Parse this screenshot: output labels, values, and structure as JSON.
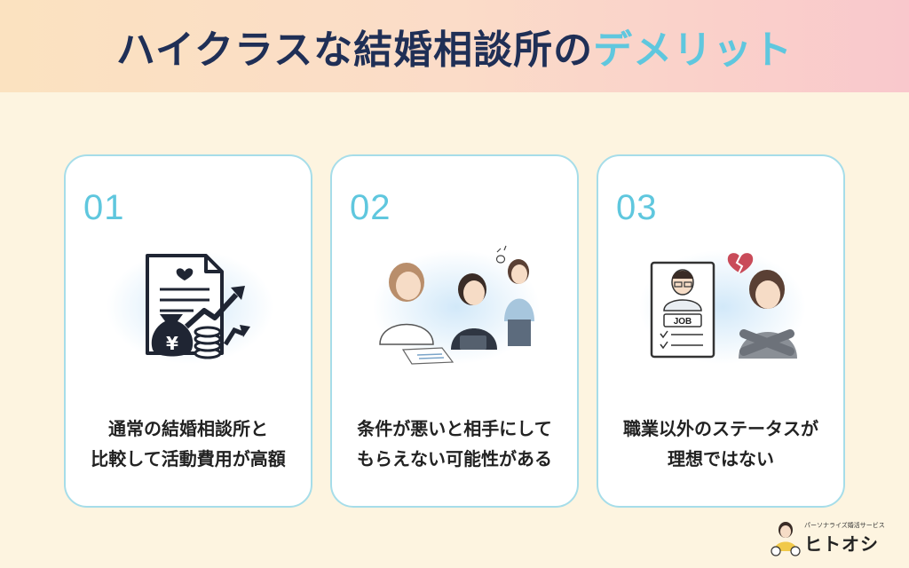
{
  "header": {
    "title_main": "ハイクラスな結婚相談所の",
    "title_accent": "デメリット"
  },
  "colors": {
    "accent": "#5fc7de",
    "title": "#1f2f56",
    "card_border": "#a6dde9",
    "background": "#fdf4e0"
  },
  "cards": [
    {
      "number": "01",
      "illustration": "money-bag-document-rising-chart-icon",
      "caption_line1": "通常の結婚相談所と",
      "caption_line2": "比較して活動費用が高額"
    },
    {
      "number": "02",
      "illustration": "women-meeting-consultation-icon",
      "caption_line1": "条件が悪いと相手にして",
      "caption_line2": "もらえない可能性がある"
    },
    {
      "number": "03",
      "illustration": "job-profile-rejected-woman-icon",
      "caption_line1": "職業以外のステータスが",
      "caption_line2": "理想ではない"
    }
  ],
  "brand": {
    "tagline": "パーソナライズ婚活サービス",
    "name": "ヒトオシ",
    "logo": "hitoshi-mascot-logo-icon"
  }
}
